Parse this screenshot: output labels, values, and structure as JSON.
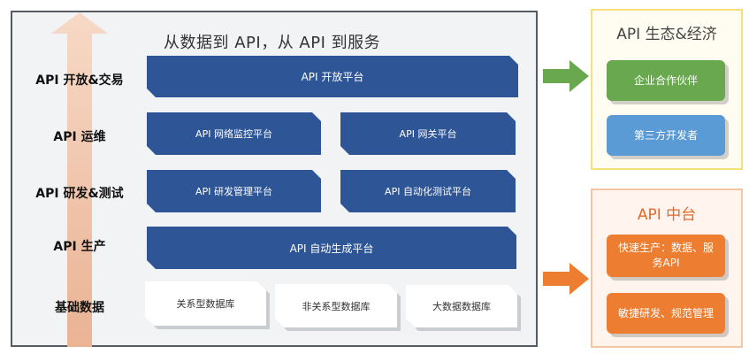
{
  "title": "从数据到 API，从 API 到服务",
  "rows": {
    "open": "API 开放&交易",
    "ops": "API 运维",
    "dev": "API 研发&测试",
    "prod": "API 生产",
    "base": "基础数据"
  },
  "blocks": {
    "open_platform": "API 开放平台",
    "network_monitor": "API 网络监控平台",
    "gateway": "API 网关平台",
    "dev_mgmt": "API 研发管理平台",
    "auto_test": "API 自动化测试平台",
    "auto_gen": "API 自动生成平台"
  },
  "databases": {
    "relational": "关系型数据库",
    "nonrelational": "非关系型数据库",
    "bigdata": "大数据数据库"
  },
  "ecosystem": {
    "title": "API 生态&经济",
    "partners": "企业合作伙伴",
    "developers": "第三方开发者"
  },
  "middle": {
    "title": "API 中台",
    "fast_prod": "快速生产：数据、服务API",
    "agile": "敏捷研发、规范管理"
  },
  "colors": {
    "block_blue": "#2e5596",
    "green": "#6aa84f",
    "light_blue": "#5b9bd5",
    "orange": "#ed7d31",
    "arrow_peach": "#f2c4a8"
  }
}
